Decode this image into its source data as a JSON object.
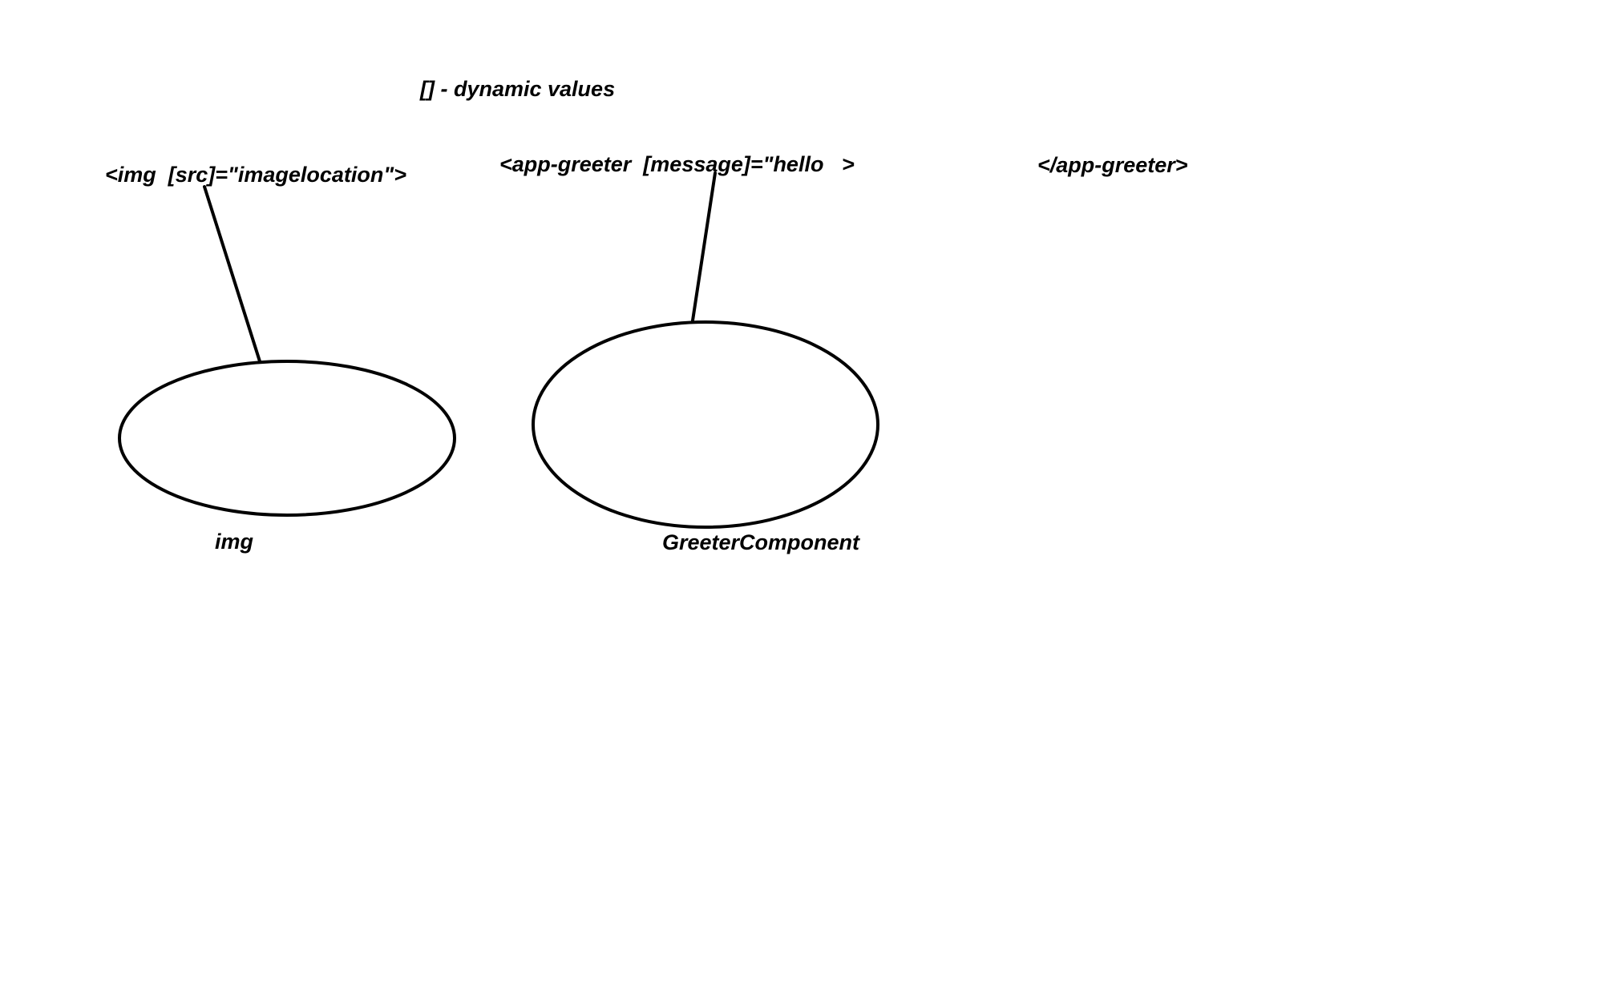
{
  "legend": "[] - dynamic values",
  "img_tag": "<img  [src]=\"imagelocation\">",
  "greeter_open_tag": "<app-greeter  [message]=\"hello   >",
  "greeter_close_tag": "</app-greeter>",
  "img_caption": "img",
  "greeter_caption": "GreeterComponent",
  "colors": {
    "background": "#ffffff",
    "ink": "#000000"
  }
}
